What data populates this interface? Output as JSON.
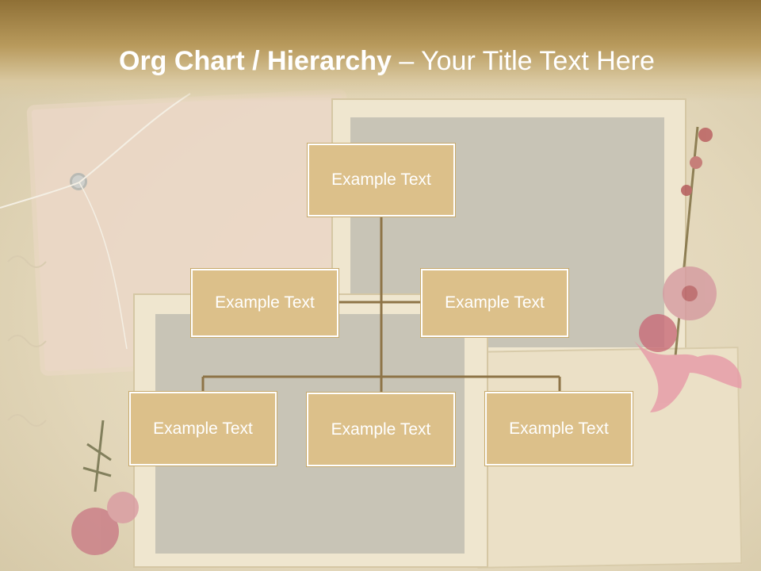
{
  "slide": {
    "title_bold": "Org Chart / Hierarchy",
    "title_separator": " – ",
    "title_rest": "Your Title Text Here"
  },
  "org_chart": {
    "root": {
      "label": "Example Text"
    },
    "assistants": [
      {
        "label": "Example Text"
      },
      {
        "label": "Example Text"
      }
    ],
    "children": [
      {
        "label": "Example Text"
      },
      {
        "label": "Example Text"
      },
      {
        "label": "Example Text"
      }
    ]
  },
  "colors": {
    "title_band": "#b89a5c",
    "node_fill": "#dcc08a",
    "node_border": "#ffffff",
    "connector": "#8e7447",
    "text": "#ffffff"
  }
}
